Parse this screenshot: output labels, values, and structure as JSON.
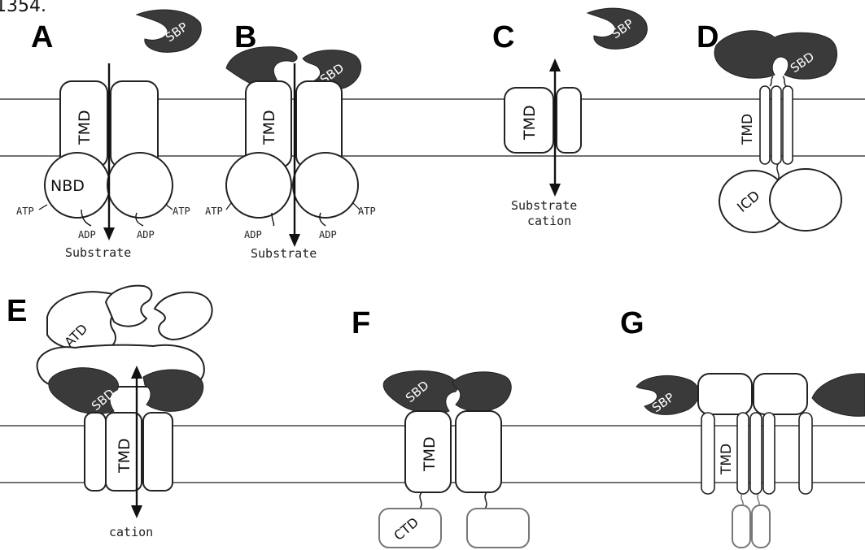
{
  "top_fragment": "1354.",
  "panels": {
    "A": {
      "letter": "A",
      "tmd": "TMD",
      "nbd": "NBD",
      "sbp": "SBP",
      "atp_left": "ATP",
      "atp_right": "ATP",
      "adp_left": "ADP",
      "adp_right": "ADP",
      "substrate": "Substrate"
    },
    "B": {
      "letter": "B",
      "tmd": "TMD",
      "sbd": "SBD",
      "atp_left": "ATP",
      "atp_right": "ATP",
      "adp_left": "ADP",
      "adp_right": "ADP",
      "substrate": "Substrate"
    },
    "C": {
      "letter": "C",
      "tmd": "TMD",
      "sbp": "SBP",
      "substrate_line1": "Substrate",
      "substrate_line2": "cation"
    },
    "D": {
      "letter": "D",
      "tmd": "TMD",
      "sbd": "SBD",
      "icd": "ICD"
    },
    "E": {
      "letter": "E",
      "atd": "ATD",
      "sbd": "SBD",
      "tmd": "TMD",
      "cation": "cation"
    },
    "F": {
      "letter": "F",
      "sbd": "SBD",
      "tmd": "TMD",
      "ctd": "CTD"
    },
    "G": {
      "letter": "G",
      "sbp": "SBP",
      "tmd": "TMD"
    }
  },
  "colors": {
    "domain_dark": "#3a3a3a",
    "outline": "#222222",
    "membrane": "#444444",
    "background": "#ffffff"
  }
}
